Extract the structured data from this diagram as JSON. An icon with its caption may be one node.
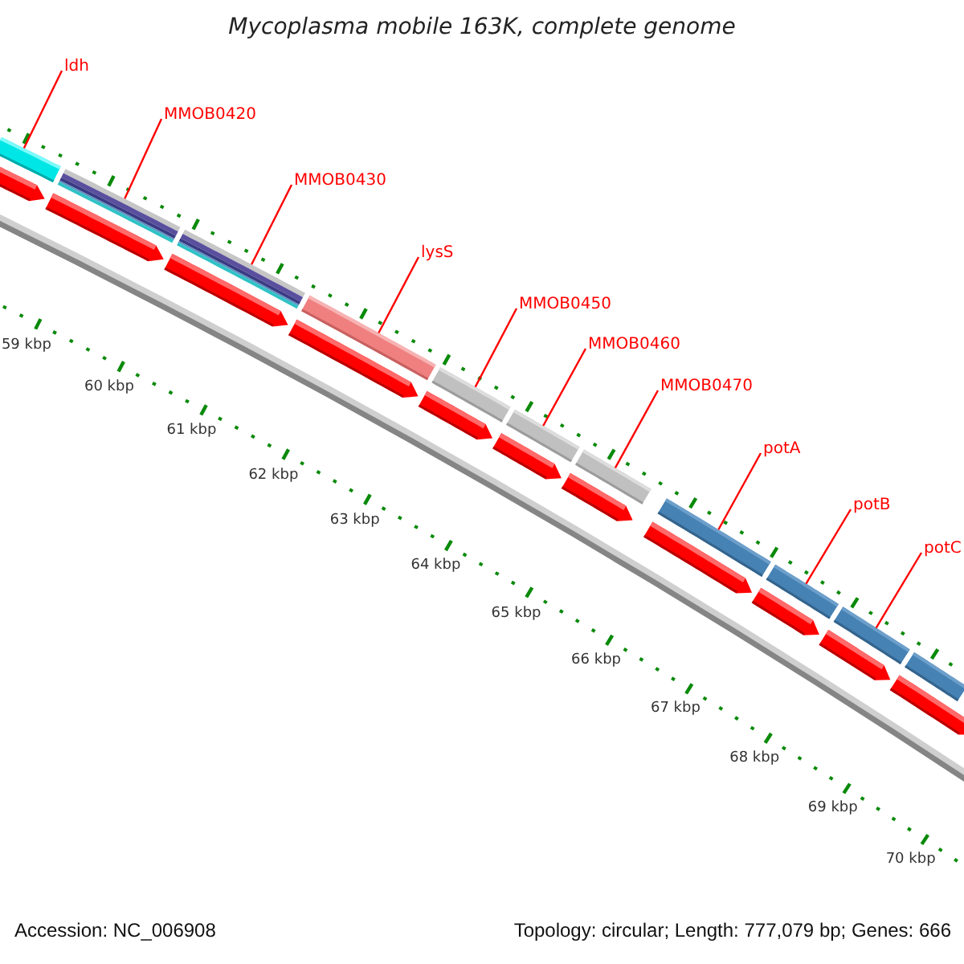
{
  "diagram": {
    "title": "Mycoplasma mobile 163K, complete genome",
    "nodes": [
      {
        "text": [
          "ldh"
        ]
      },
      {
        "text": [
          "MMOB0420"
        ]
      },
      {
        "text": [
          "MMOB0430"
        ]
      },
      {
        "text": [
          "lysS"
        ]
      },
      {
        "text": [
          "MMOB0450"
        ]
      },
      {
        "text": [
          "MMOB0460"
        ]
      },
      {
        "text": [
          "MMOB0470"
        ]
      },
      {
        "text": [
          "potA"
        ]
      },
      {
        "text": [
          "potB"
        ]
      },
      {
        "text": [
          "potC"
        ]
      },
      {
        "text": [],
        "shape": "bar"
      },
      {
        "text": [],
        "shape": "bar"
      },
      {
        "text": [],
        "shape": "bar"
      },
      {
        "text": [],
        "shape": "bar"
      },
      {
        "text": [],
        "shape": "bar"
      },
      {
        "text": [],
        "shape": "bar"
      },
      {
        "text": [],
        "shape": "bar"
      },
      {
        "text": [],
        "shape": "bar"
      },
      {
        "text": [],
        "shape": "bar"
      },
      {
        "text": [],
        "shape": "bar"
      },
      {
        "text": [],
        "shape": "bar"
      },
      {
        "text": [],
        "shape": "arrow"
      },
      {
        "text": [],
        "shape": "arrow"
      },
      {
        "text": [],
        "shape": "arrow"
      },
      {
        "text": [],
        "shape": "arrow"
      },
      {
        "text": [],
        "shape": "arrow"
      },
      {
        "text": [],
        "shape": "arrow"
      },
      {
        "text": [],
        "shape": "arrow"
      },
      {
        "text": [],
        "shape": "arrow"
      },
      {
        "text": [],
        "shape": "arrow"
      },
      {
        "text": [],
        "shape": "arrow"
      },
      {
        "text": [],
        "shape": "arrow"
      }
    ],
    "edges": [
      {
        "from": 0,
        "to": 10,
        "arrow": "none"
      },
      {
        "from": 1,
        "to": 11,
        "arrow": "none"
      },
      {
        "from": 2,
        "to": 12,
        "arrow": "none"
      },
      {
        "from": 3,
        "to": 13,
        "arrow": "none"
      },
      {
        "from": 4,
        "to": 14,
        "arrow": "none"
      },
      {
        "from": 5,
        "to": 15,
        "arrow": "none"
      },
      {
        "from": 6,
        "to": 16,
        "arrow": "none"
      },
      {
        "from": 7,
        "to": 17,
        "arrow": "none"
      },
      {
        "from": 8,
        "to": 18,
        "arrow": "none"
      },
      {
        "from": 9,
        "to": 19,
        "arrow": "none"
      }
    ],
    "labels": [
      "59 kbp",
      "60 kbp",
      "61 kbp",
      "62 kbp",
      "63 kbp",
      "64 kbp",
      "65 kbp",
      "66 kbp",
      "67 kbp",
      "68 kbp",
      "69 kbp",
      "70 kbp",
      "Accession: NC_006908",
      "Topology: circular; Length: 777,079 bp; Genes: 666"
    ]
  }
}
